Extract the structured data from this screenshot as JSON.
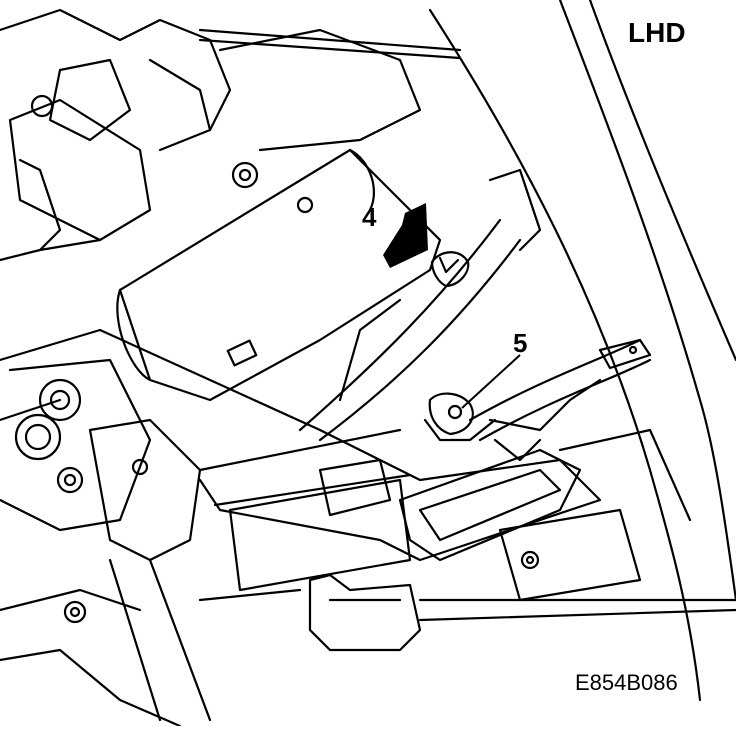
{
  "corner_label": "LHD",
  "callouts": [
    {
      "id": "4",
      "label": "4"
    },
    {
      "id": "5",
      "label": "5"
    }
  ],
  "figure_code": "E854B086",
  "colors": {
    "line": "#000000",
    "background": "#ffffff"
  }
}
